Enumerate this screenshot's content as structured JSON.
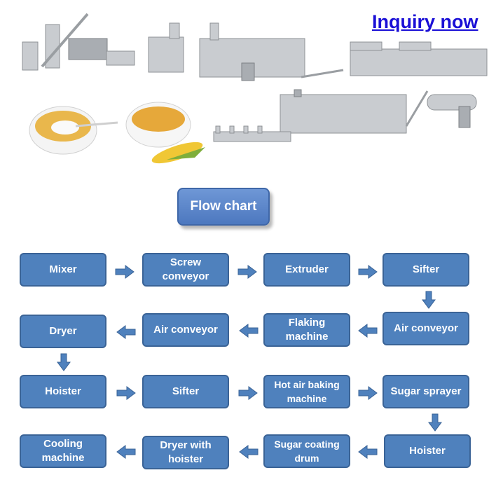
{
  "header": {
    "inquiry_label": "Inquiry now"
  },
  "flow": {
    "title": "Flow chart",
    "steps": [
      "Mixer",
      "Screw conveyor",
      "Extruder",
      "Sifter",
      "Air conveyor",
      "Flaking machine",
      "Air conveyor",
      "Dryer",
      "Hoister",
      "Sifter",
      "Hot air baking machine",
      "Sugar sprayer",
      "Hoister",
      "Sugar coating drum",
      "Dryer with hoister",
      "Cooling machine"
    ]
  },
  "colors": {
    "box_fill": "#4f81bd",
    "box_border": "#3a6396",
    "link": "#1a0fd6"
  }
}
